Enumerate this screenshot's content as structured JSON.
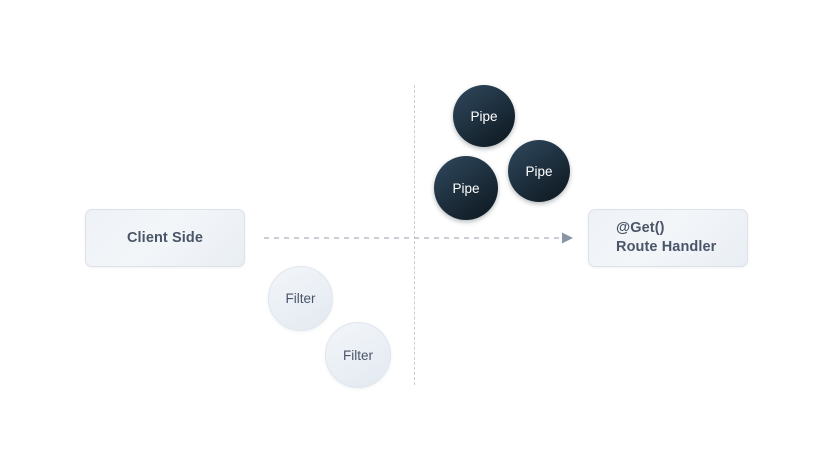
{
  "diagram": {
    "background_color": "#ffffff",
    "boxes": [
      {
        "id": "client-side",
        "label": "Client Side"
      },
      {
        "id": "route-handler",
        "line1": "@Get()",
        "line2": "Route Handler"
      }
    ],
    "pipes": [
      {
        "label": "Pipe"
      },
      {
        "label": "Pipe"
      },
      {
        "label": "Pipe"
      }
    ],
    "filters": [
      {
        "label": "Filter"
      },
      {
        "label": "Filter"
      }
    ],
    "connectors": {
      "flow_arrow": {
        "name": "request-flow-arrow",
        "direction": "left-to-right",
        "style": "dashed",
        "color": "#b8bec7",
        "arrowhead_color": "#8795a6"
      },
      "divider": {
        "name": "vertical-divider",
        "style": "dashed",
        "color": "#c9ced6"
      }
    },
    "colors": {
      "box_fill": "#eef1f6",
      "box_border": "#dde2e9",
      "box_text": "#4a5568",
      "pipe_fill_light": "#32495c",
      "pipe_fill_dark": "#0c1821",
      "pipe_text": "#ffffff",
      "filter_fill": "#eaeff5",
      "filter_border": "#e0e6ee",
      "filter_text": "#4a5568"
    }
  }
}
